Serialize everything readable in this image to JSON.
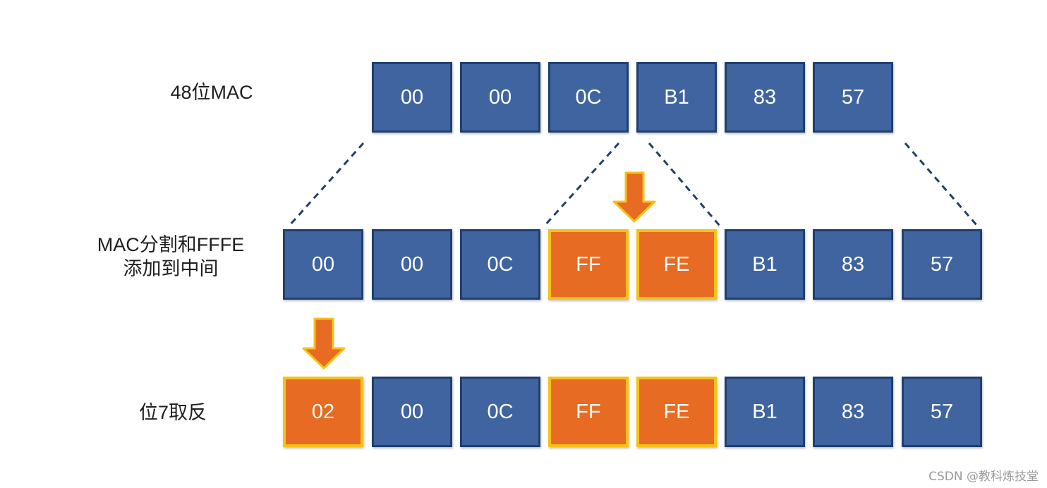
{
  "labels": {
    "row1": "48位MAC",
    "row2": "MAC分割和FFFE\n添加到中间",
    "row3": "位7取反"
  },
  "row1": [
    "00",
    "00",
    "0C",
    "B1",
    "83",
    "57"
  ],
  "row2": [
    "00",
    "00",
    "0C",
    "FF",
    "FE",
    "B1",
    "83",
    "57"
  ],
  "row3": [
    "02",
    "00",
    "0C",
    "FF",
    "FE",
    "B1",
    "83",
    "57"
  ],
  "highlight": {
    "row2": [
      3,
      4
    ],
    "row3": [
      0,
      3,
      4
    ]
  },
  "watermark": "CSDN @教科炼技堂",
  "colors": {
    "cell_fill": "#3f64a0",
    "cell_border": "#1f3f6f",
    "highlight_fill": "#e76b22",
    "highlight_border": "#f6c21a",
    "connector": "#1f3f6f"
  }
}
